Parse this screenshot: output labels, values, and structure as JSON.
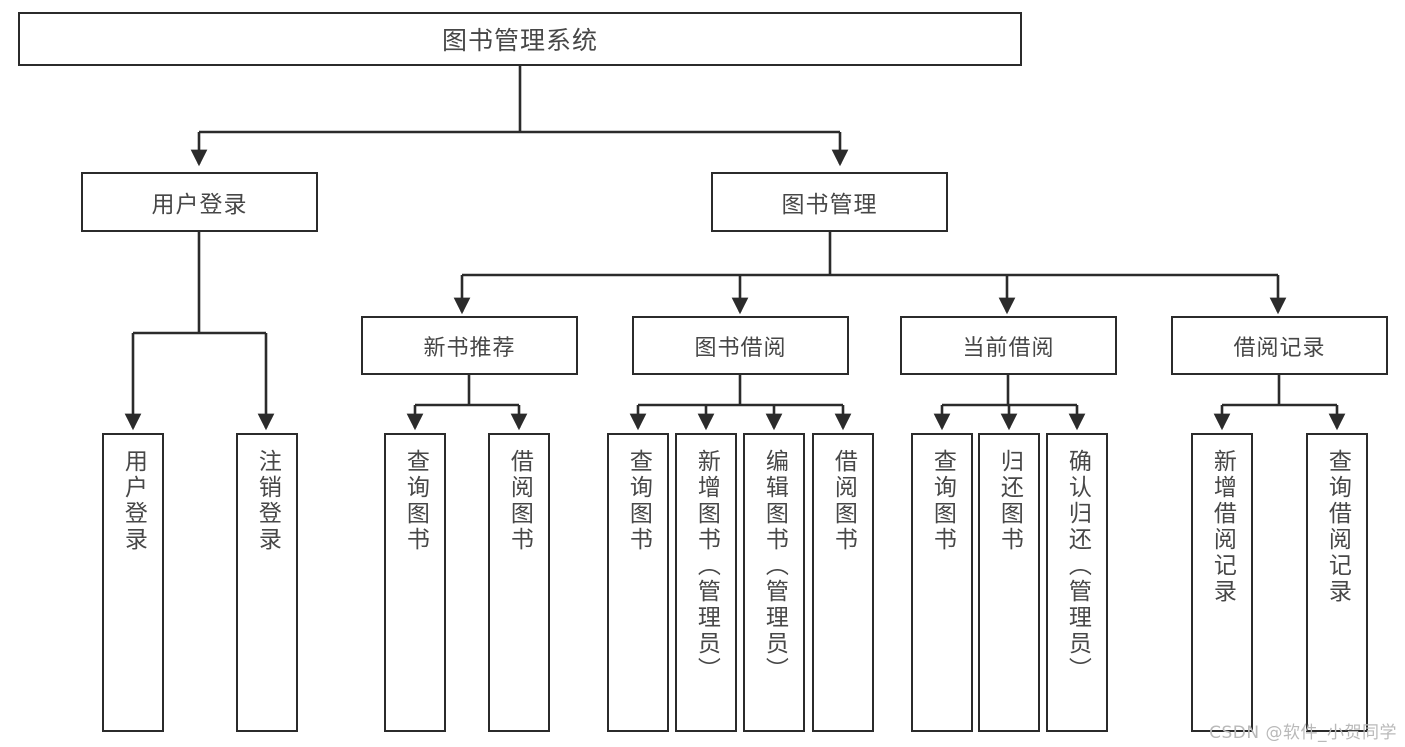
{
  "diagram": {
    "title": "图书管理系统",
    "type": "hierarchy-tree",
    "watermark": "CSDN @软件_小贺同学",
    "colors": {
      "stroke": "#2b2b2b",
      "text": "#474747",
      "background": "#ffffff",
      "watermark": "#b9b9b9"
    },
    "root": {
      "label": "图书管理系统"
    },
    "level1": [
      {
        "id": "user-login",
        "label": "用户登录"
      },
      {
        "id": "book-manage",
        "label": "图书管理"
      }
    ],
    "level2": [
      {
        "id": "new-book-rec",
        "label": "新书推荐",
        "parent": "book-manage"
      },
      {
        "id": "book-borrow",
        "label": "图书借阅",
        "parent": "book-manage"
      },
      {
        "id": "current-borrow",
        "label": "当前借阅",
        "parent": "book-manage"
      },
      {
        "id": "borrow-record",
        "label": "借阅记录",
        "parent": "book-manage"
      }
    ],
    "leaves": [
      {
        "id": "leaf-user-login",
        "label": "用户登录",
        "parent": "user-login"
      },
      {
        "id": "leaf-logout",
        "label": "注销登录",
        "parent": "user-login"
      },
      {
        "id": "leaf-query-book-1",
        "label": "查询图书",
        "parent": "new-book-rec"
      },
      {
        "id": "leaf-borrow-book-1",
        "label": "借阅图书",
        "parent": "new-book-rec"
      },
      {
        "id": "leaf-query-book-2",
        "label": "查询图书",
        "parent": "book-borrow"
      },
      {
        "id": "leaf-add-book",
        "label": "新增图书（管理员）",
        "parent": "book-borrow"
      },
      {
        "id": "leaf-edit-book",
        "label": "编辑图书（管理员）",
        "parent": "book-borrow"
      },
      {
        "id": "leaf-borrow-book-2",
        "label": "借阅图书",
        "parent": "book-borrow"
      },
      {
        "id": "leaf-query-book-3",
        "label": "查询图书",
        "parent": "current-borrow"
      },
      {
        "id": "leaf-return-book",
        "label": "归还图书",
        "parent": "current-borrow"
      },
      {
        "id": "leaf-confirm-return",
        "label": "确认归还（管理员）",
        "parent": "current-borrow"
      },
      {
        "id": "leaf-add-record",
        "label": "新增借阅记录",
        "parent": "borrow-record"
      },
      {
        "id": "leaf-query-record",
        "label": "查询借阅记录",
        "parent": "borrow-record"
      }
    ]
  }
}
